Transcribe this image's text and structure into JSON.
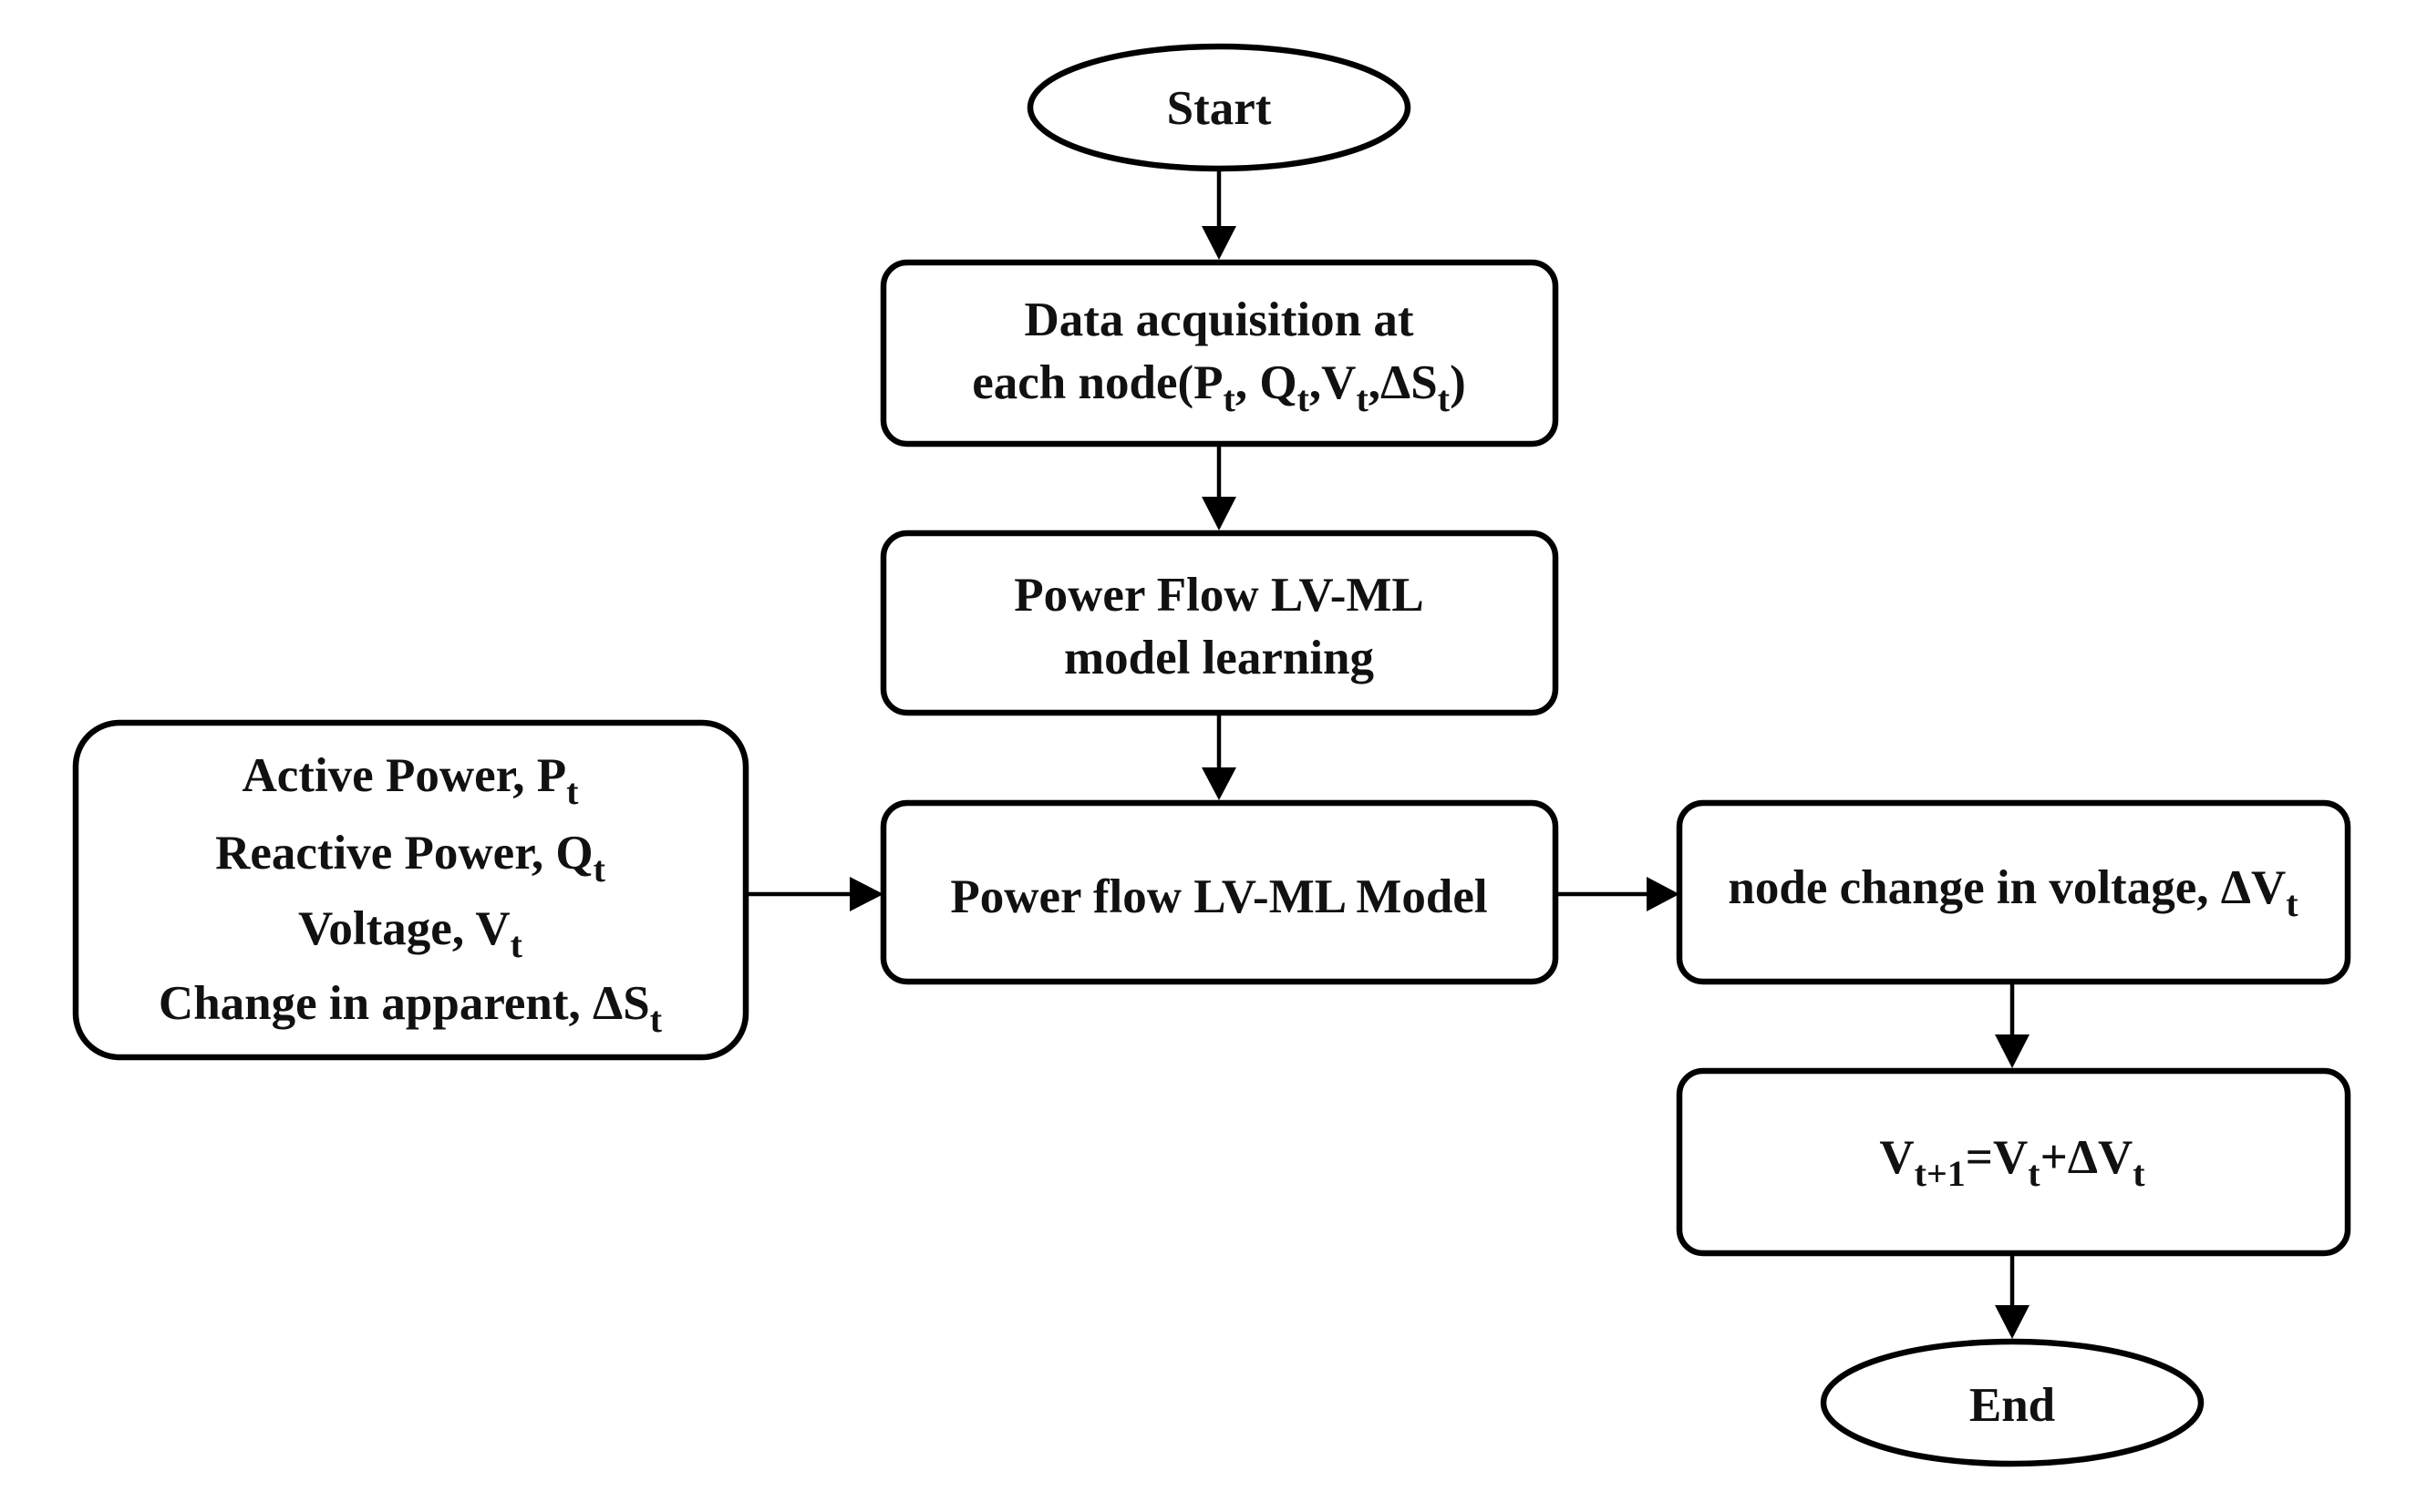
{
  "nodes": {
    "start": {
      "text": "Start"
    },
    "data_acquisition": {
      "line1": "Data acquisition at",
      "line2": {
        "prefix": "each node(P",
        "sub1": "t",
        "mid1": ", Q",
        "sub2": "t",
        "mid2": ",V",
        "sub3": "t",
        "mid3": ",ΔS",
        "sub4": "t",
        "suffix": ")"
      }
    },
    "model_learning": {
      "line1": "Power Flow LV-ML",
      "line2": "model learning"
    },
    "inputs": {
      "active": {
        "text": "Active Power, P",
        "sub": "t"
      },
      "reactive": {
        "text": "Reactive Power, Q",
        "sub": "t"
      },
      "voltage": {
        "text": "Voltage, V",
        "sub": "t"
      },
      "apparent": {
        "text": "Change in apparent, ΔS",
        "sub": "t"
      }
    },
    "model": {
      "text": "Power flow LV-ML Model"
    },
    "voltage_change": {
      "text": "node change in voltage, ΔV",
      "sub": "t"
    },
    "update": {
      "v1": "V",
      "sub1": "t+1",
      "mid": "=V",
      "sub2": "t",
      "mid2": "+ΔV",
      "sub3": "t"
    },
    "end": {
      "text": "End"
    }
  },
  "edges": [
    {
      "from": "start",
      "to": "data_acquisition"
    },
    {
      "from": "data_acquisition",
      "to": "model_learning"
    },
    {
      "from": "model_learning",
      "to": "model"
    },
    {
      "from": "inputs",
      "to": "model"
    },
    {
      "from": "model",
      "to": "voltage_change"
    },
    {
      "from": "voltage_change",
      "to": "update"
    },
    {
      "from": "update",
      "to": "end"
    }
  ]
}
